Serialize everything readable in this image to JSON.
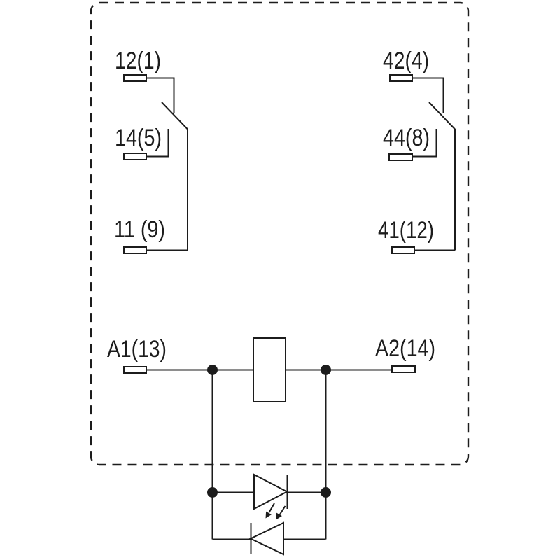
{
  "colors": {
    "line": "#1c1c1c",
    "pad_fill": "#ffffff",
    "background": "#ffffff"
  },
  "contacts": {
    "left": {
      "nc_label": "12(1)",
      "no_label": "14(5)",
      "com_label": "11 (9)"
    },
    "right": {
      "nc_label": "42(4)",
      "no_label": "44(8)",
      "com_label": "41(12)"
    }
  },
  "coil": {
    "a1_label": "A1(13)",
    "a2_label": "A2(14)"
  }
}
